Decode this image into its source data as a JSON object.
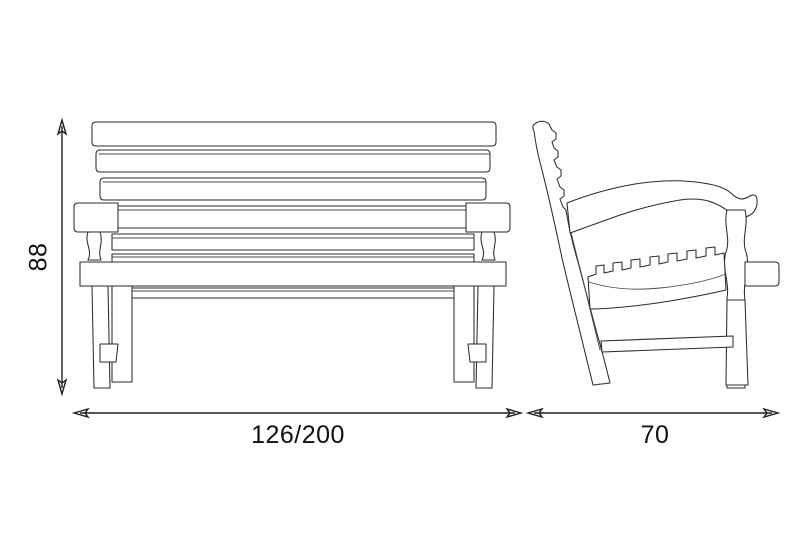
{
  "drawing": {
    "title": "Garden bench — front elevation and side profile technical drawing",
    "background_color": "#ffffff",
    "line_color": "#2b2b2b",
    "thin_line_color": "#4a4a4a",
    "text_color": "#111111",
    "units_note": "centimetres (implied, unlabelled)"
  },
  "dimensions": {
    "height": {
      "label": "88",
      "orientation": "vertical",
      "position": "left of front view",
      "rotation_deg": -90
    },
    "width": {
      "label": "126/200",
      "orientation": "horizontal",
      "position": "below front view"
    },
    "depth": {
      "label": "70",
      "orientation": "horizontal",
      "position": "below side view"
    }
  },
  "views": {
    "front": {
      "name": "front-elevation",
      "components": [
        "top-cap-rail",
        "backrest-slat-2",
        "backrest-slat-3",
        "backrest-slat-4",
        "left-armrest",
        "right-armrest",
        "seat-slat-1",
        "seat-slat-2",
        "seat-slat-3",
        "seat-slat-4",
        "front-seat-rail",
        "left-front-leg",
        "right-front-leg",
        "left-rear-leg",
        "right-rear-leg",
        "left-stretcher-joint",
        "right-stretcher-joint"
      ]
    },
    "side": {
      "name": "side-profile",
      "components": [
        "curved-back-post",
        "scrolled-armrest",
        "armrest-support-post",
        "notched-seat-slats",
        "curved-front-leg",
        "curved-rear-leg",
        "side-stretcher",
        "seat-rail-tenon"
      ]
    }
  }
}
